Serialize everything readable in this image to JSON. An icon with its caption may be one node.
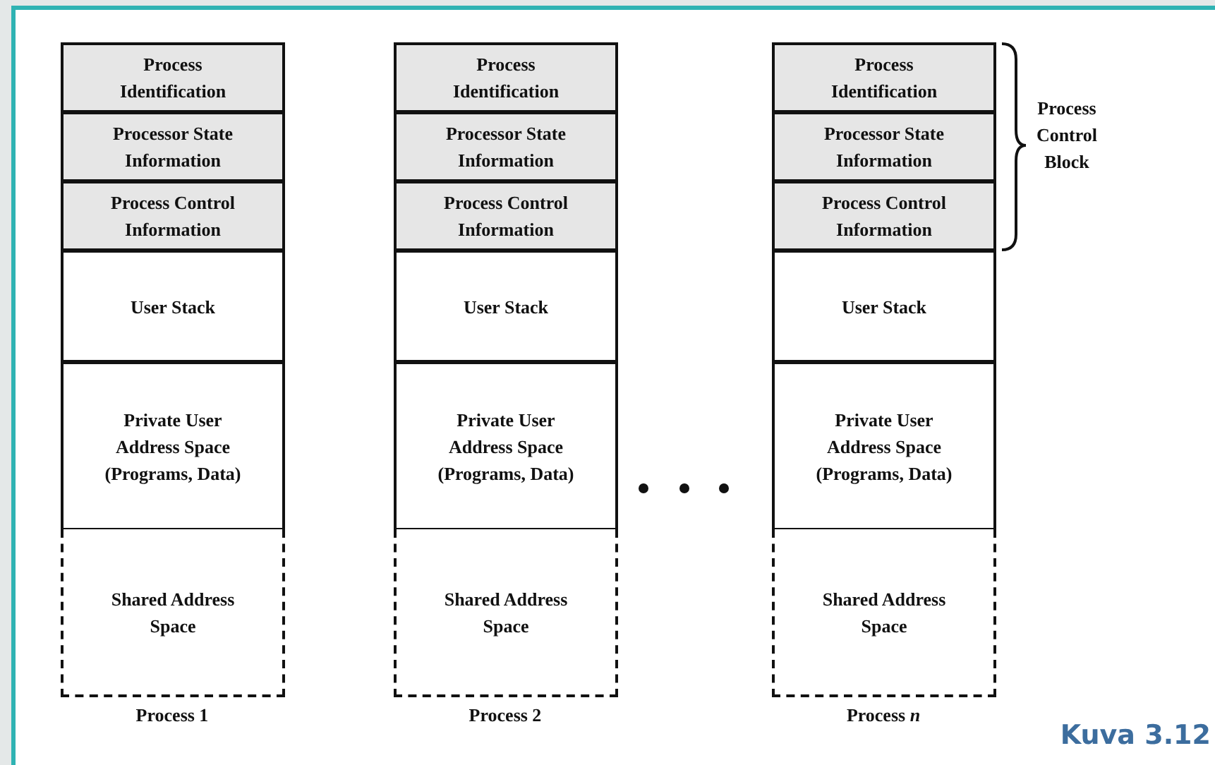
{
  "diagram": {
    "nodes": [
      {
        "text": [
          "Process Identification"
        ]
      },
      {
        "text": [
          "Processor State Information"
        ]
      },
      {
        "text": [
          "Process Control Information"
        ]
      },
      {
        "text": [
          "User Stack"
        ]
      },
      {
        "text": [
          "Private User Address Space (Programs, Data)"
        ]
      },
      {
        "text": [
          "Shared Address Space"
        ],
        "beside": [
          "Process 1"
        ]
      },
      {
        "text": [
          "Process Identification"
        ]
      },
      {
        "text": [
          "Processor State Information"
        ]
      },
      {
        "text": [
          "Process Control Information"
        ]
      },
      {
        "text": [
          "User Stack"
        ]
      },
      {
        "text": [
          "Private User Address Space (Programs, Data)"
        ]
      },
      {
        "text": [
          "Shared Address Space"
        ],
        "beside": [
          "Process 2"
        ]
      },
      {
        "text": [
          "Process Identification"
        ]
      },
      {
        "text": [
          "Processor State Information"
        ]
      },
      {
        "text": [
          "Process Control Information"
        ]
      },
      {
        "text": [
          "User Stack"
        ]
      },
      {
        "text": [
          "Private User Address Space (Programs, Data)"
        ]
      },
      {
        "text": [
          "Shared Address Space"
        ],
        "beside": [
          "Process *n*"
        ]
      }
    ],
    "edges": [],
    "labels": [
      "Process Control Block",
      "Kuva 3.12"
    ]
  }
}
